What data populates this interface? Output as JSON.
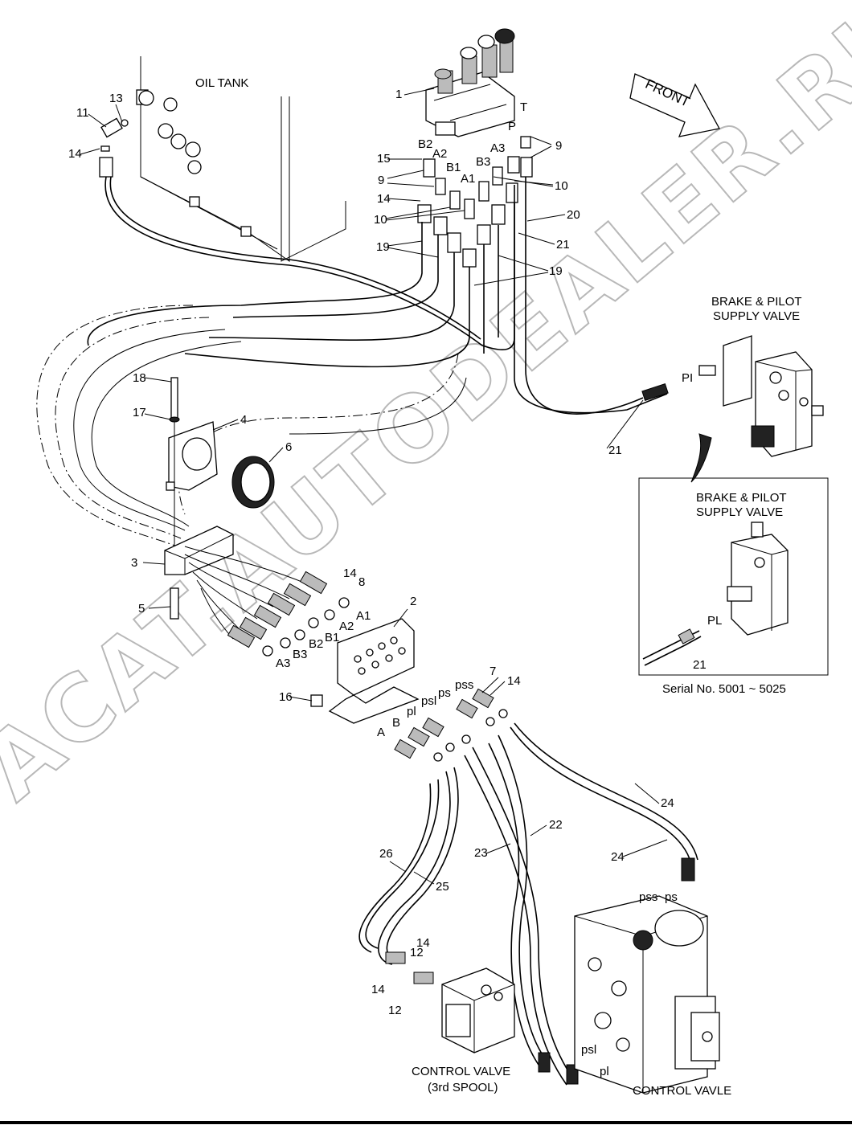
{
  "watermark": "ACAT.AUTODEALER.RU",
  "components": {
    "oil_tank": "OIL TANK",
    "front": "FRONT",
    "brake_pilot_line1": "BRAKE & PILOT",
    "brake_pilot_line2": "SUPPLY VALVE",
    "inset_title_line1": "BRAKE & PILOT",
    "inset_title_line2": "SUPPLY VALVE",
    "inset_port": "PL",
    "inset_part": "21",
    "serial": "Serial No. 5001 ~ 5025",
    "control_valve_3rd_line1": "CONTROL VALVE",
    "control_valve_3rd_line2": "(3rd SPOOL)",
    "control_valve_main": "CONTROL VAVLE",
    "port_pi": "PI"
  },
  "part_numbers": {
    "p1": "1",
    "p2": "2",
    "p3": "3",
    "p4": "4",
    "p5": "5",
    "p6": "6",
    "p7": "7",
    "p8": "8",
    "p9a": "9",
    "p9b": "9",
    "p10a": "10",
    "p10b": "10",
    "p11": "11",
    "p12a": "12",
    "p12b": "12",
    "p13": "13",
    "p14a": "14",
    "p14b": "14",
    "p14c": "14",
    "p14d": "14",
    "p14e": "14",
    "p14f": "14",
    "p15": "15",
    "p16": "16",
    "p17": "17",
    "p18": "18",
    "p19a": "19",
    "p19b": "19",
    "p20": "20",
    "p21a": "21",
    "p21b": "21",
    "p22": "22",
    "p23": "23",
    "p24a": "24",
    "p24b": "24",
    "p25": "25",
    "p26": "26"
  },
  "ports_top": {
    "b2": "B2",
    "a2": "A2",
    "b1": "B1",
    "a1": "A1",
    "b3": "B3",
    "a3": "A3",
    "p": "P",
    "t": "T"
  },
  "ports_plate": {
    "a1": "A1",
    "a2": "A2",
    "b1": "B1",
    "b2": "B2",
    "b3": "B3",
    "a3": "A3",
    "pss": "pss",
    "ps": "ps",
    "psl": "psl",
    "pl": "pl",
    "b": "B",
    "a": "A"
  },
  "ports_valve": {
    "pss": "pss",
    "ps": "ps",
    "psl": "psl",
    "pl": "pl"
  }
}
